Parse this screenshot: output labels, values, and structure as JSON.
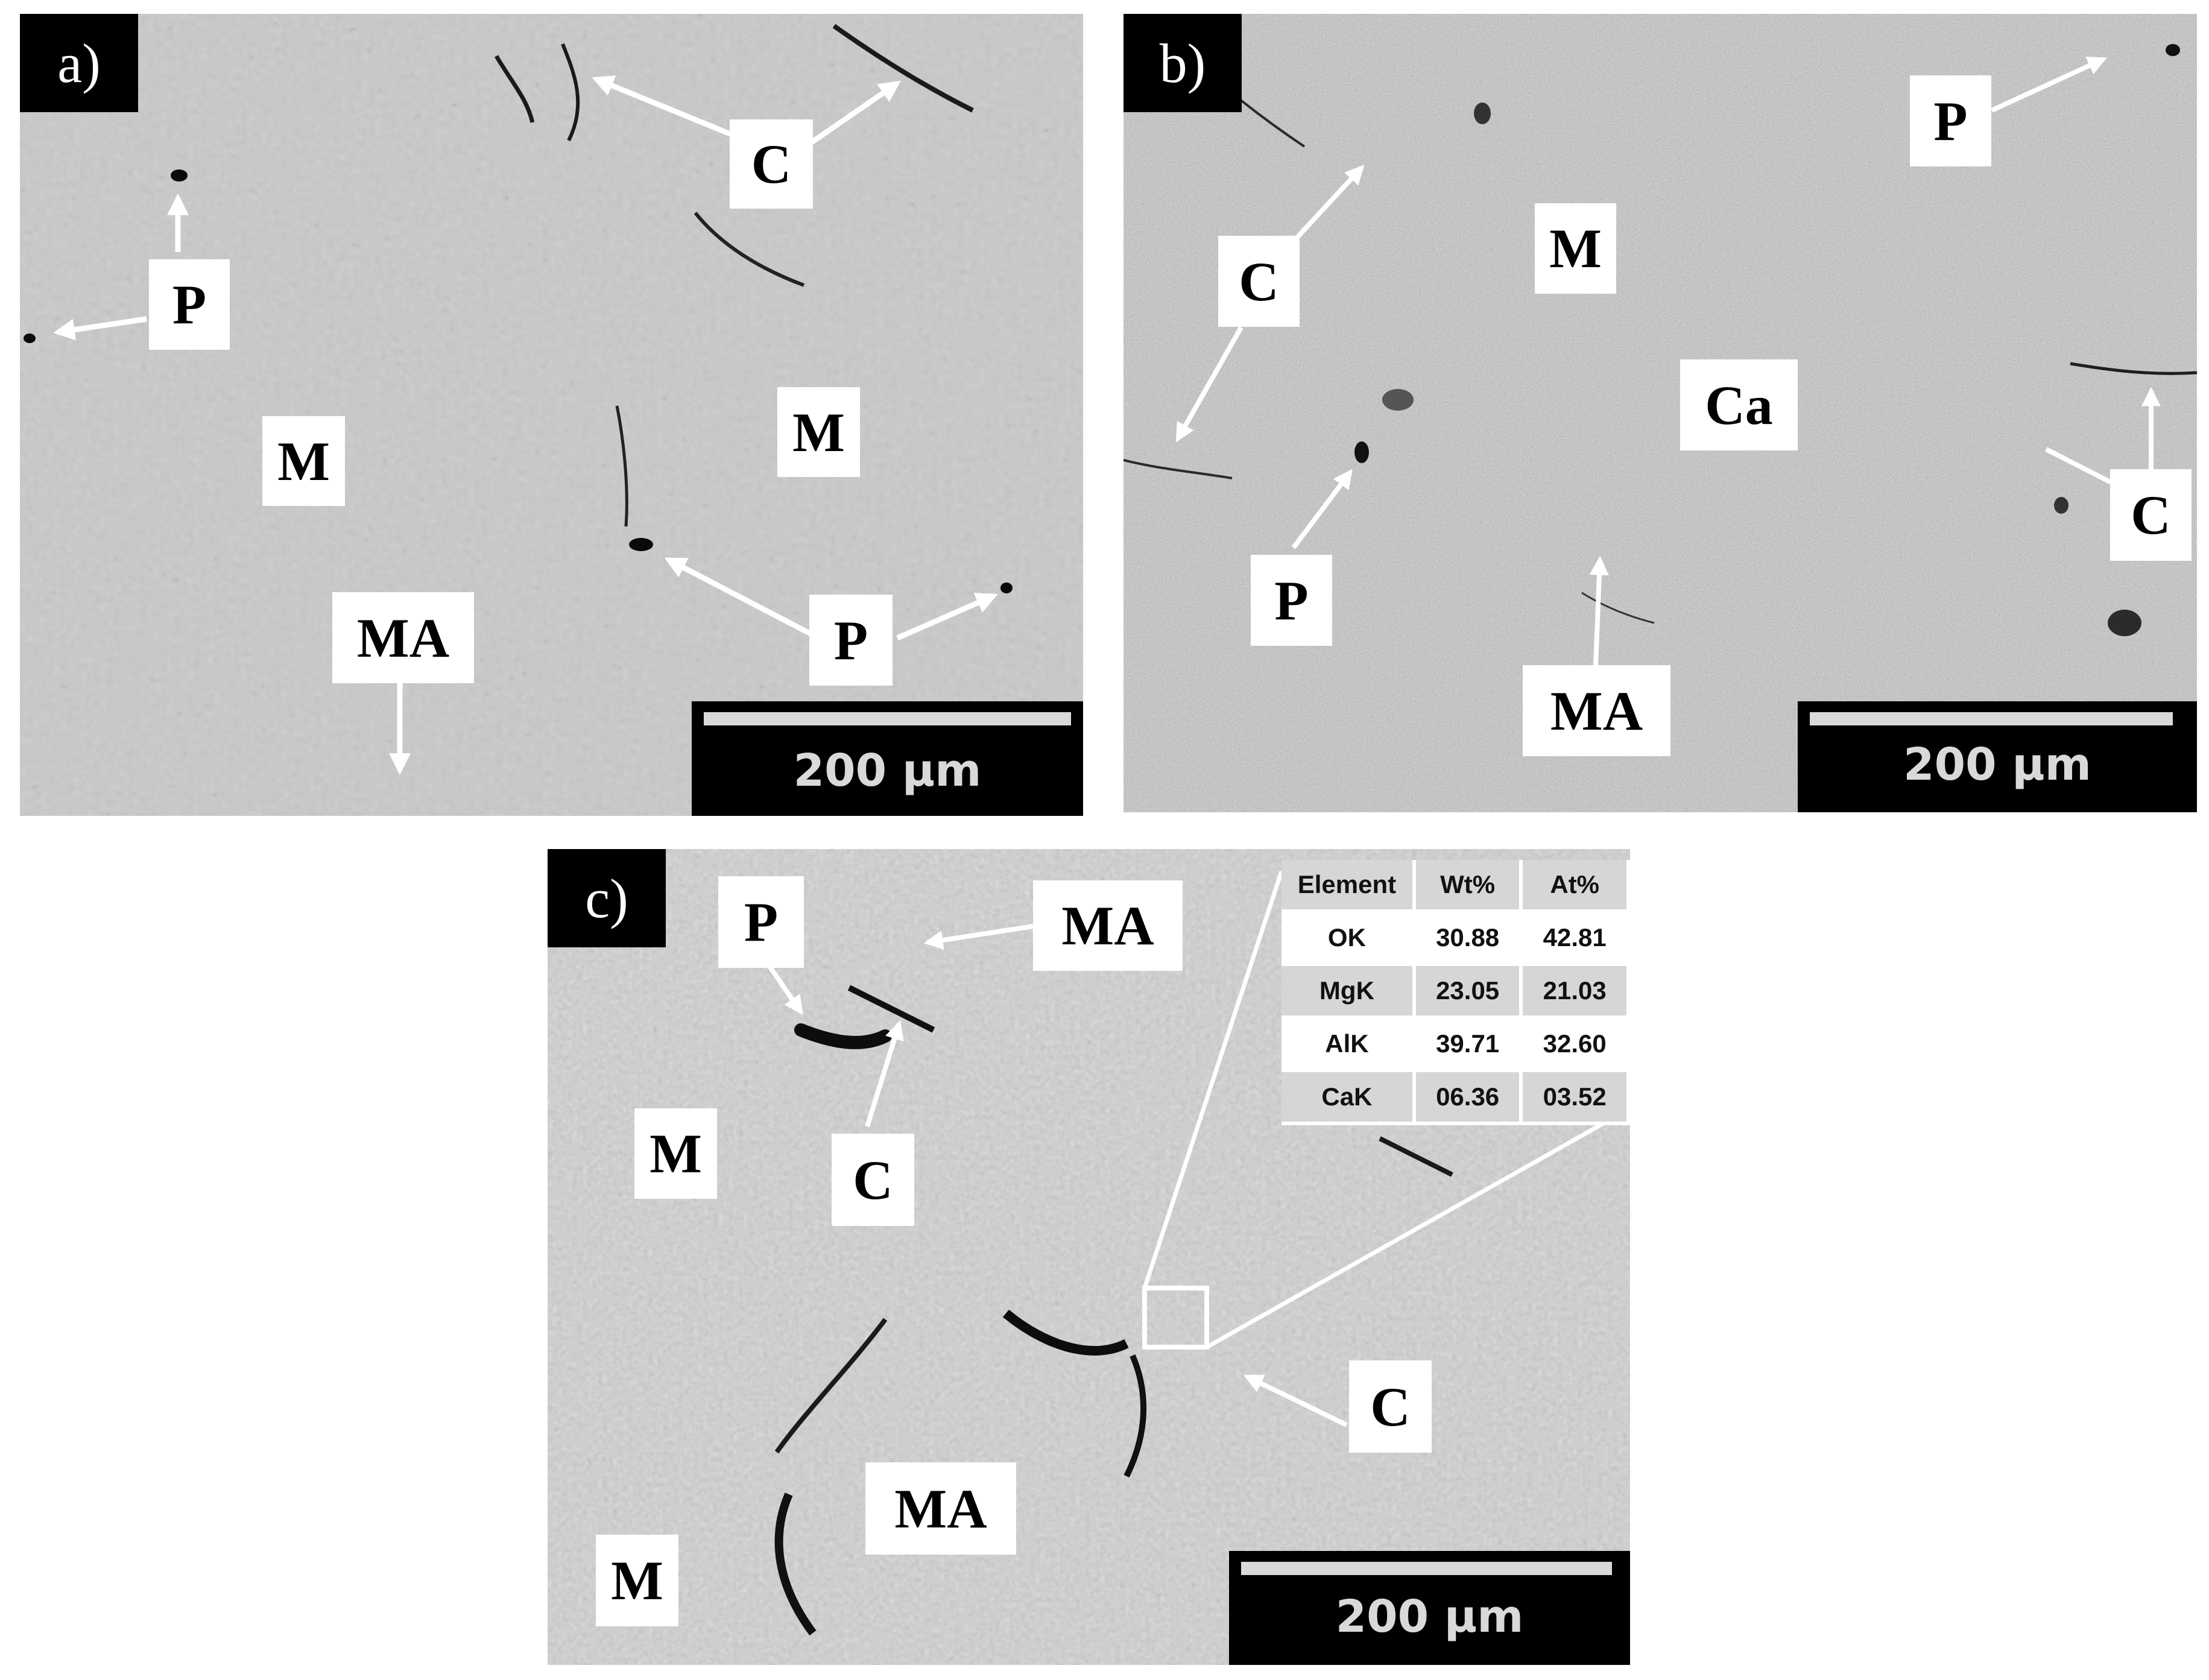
{
  "panels": {
    "a": {
      "letter": "a)",
      "scale": "200 μm",
      "labels": {
        "c": "C",
        "p1": "P",
        "m1": "M",
        "m2": "M",
        "ma": "MA",
        "p2": "P"
      }
    },
    "b": {
      "letter": "b)",
      "scale": "200 μm",
      "labels": {
        "p1": "P",
        "c1": "C",
        "m": "M",
        "ca": "Ca",
        "c2": "C",
        "p2": "P",
        "ma": "MA"
      }
    },
    "c": {
      "letter": "c)",
      "scale": "200 μm",
      "labels": {
        "p": "P",
        "ma1": "MA",
        "m1": "M",
        "c1": "C",
        "c2": "C",
        "ma2": "MA",
        "m2": "M"
      }
    }
  },
  "eds_table": {
    "headers": [
      "Element",
      "Wt%",
      "At%"
    ],
    "rows": [
      [
        "OK",
        "30.88",
        "42.81"
      ],
      [
        "MgK",
        "23.05",
        "21.03"
      ],
      [
        "AlK",
        "39.71",
        "32.60"
      ],
      [
        "CaK",
        "06.36",
        "03.52"
      ]
    ]
  }
}
